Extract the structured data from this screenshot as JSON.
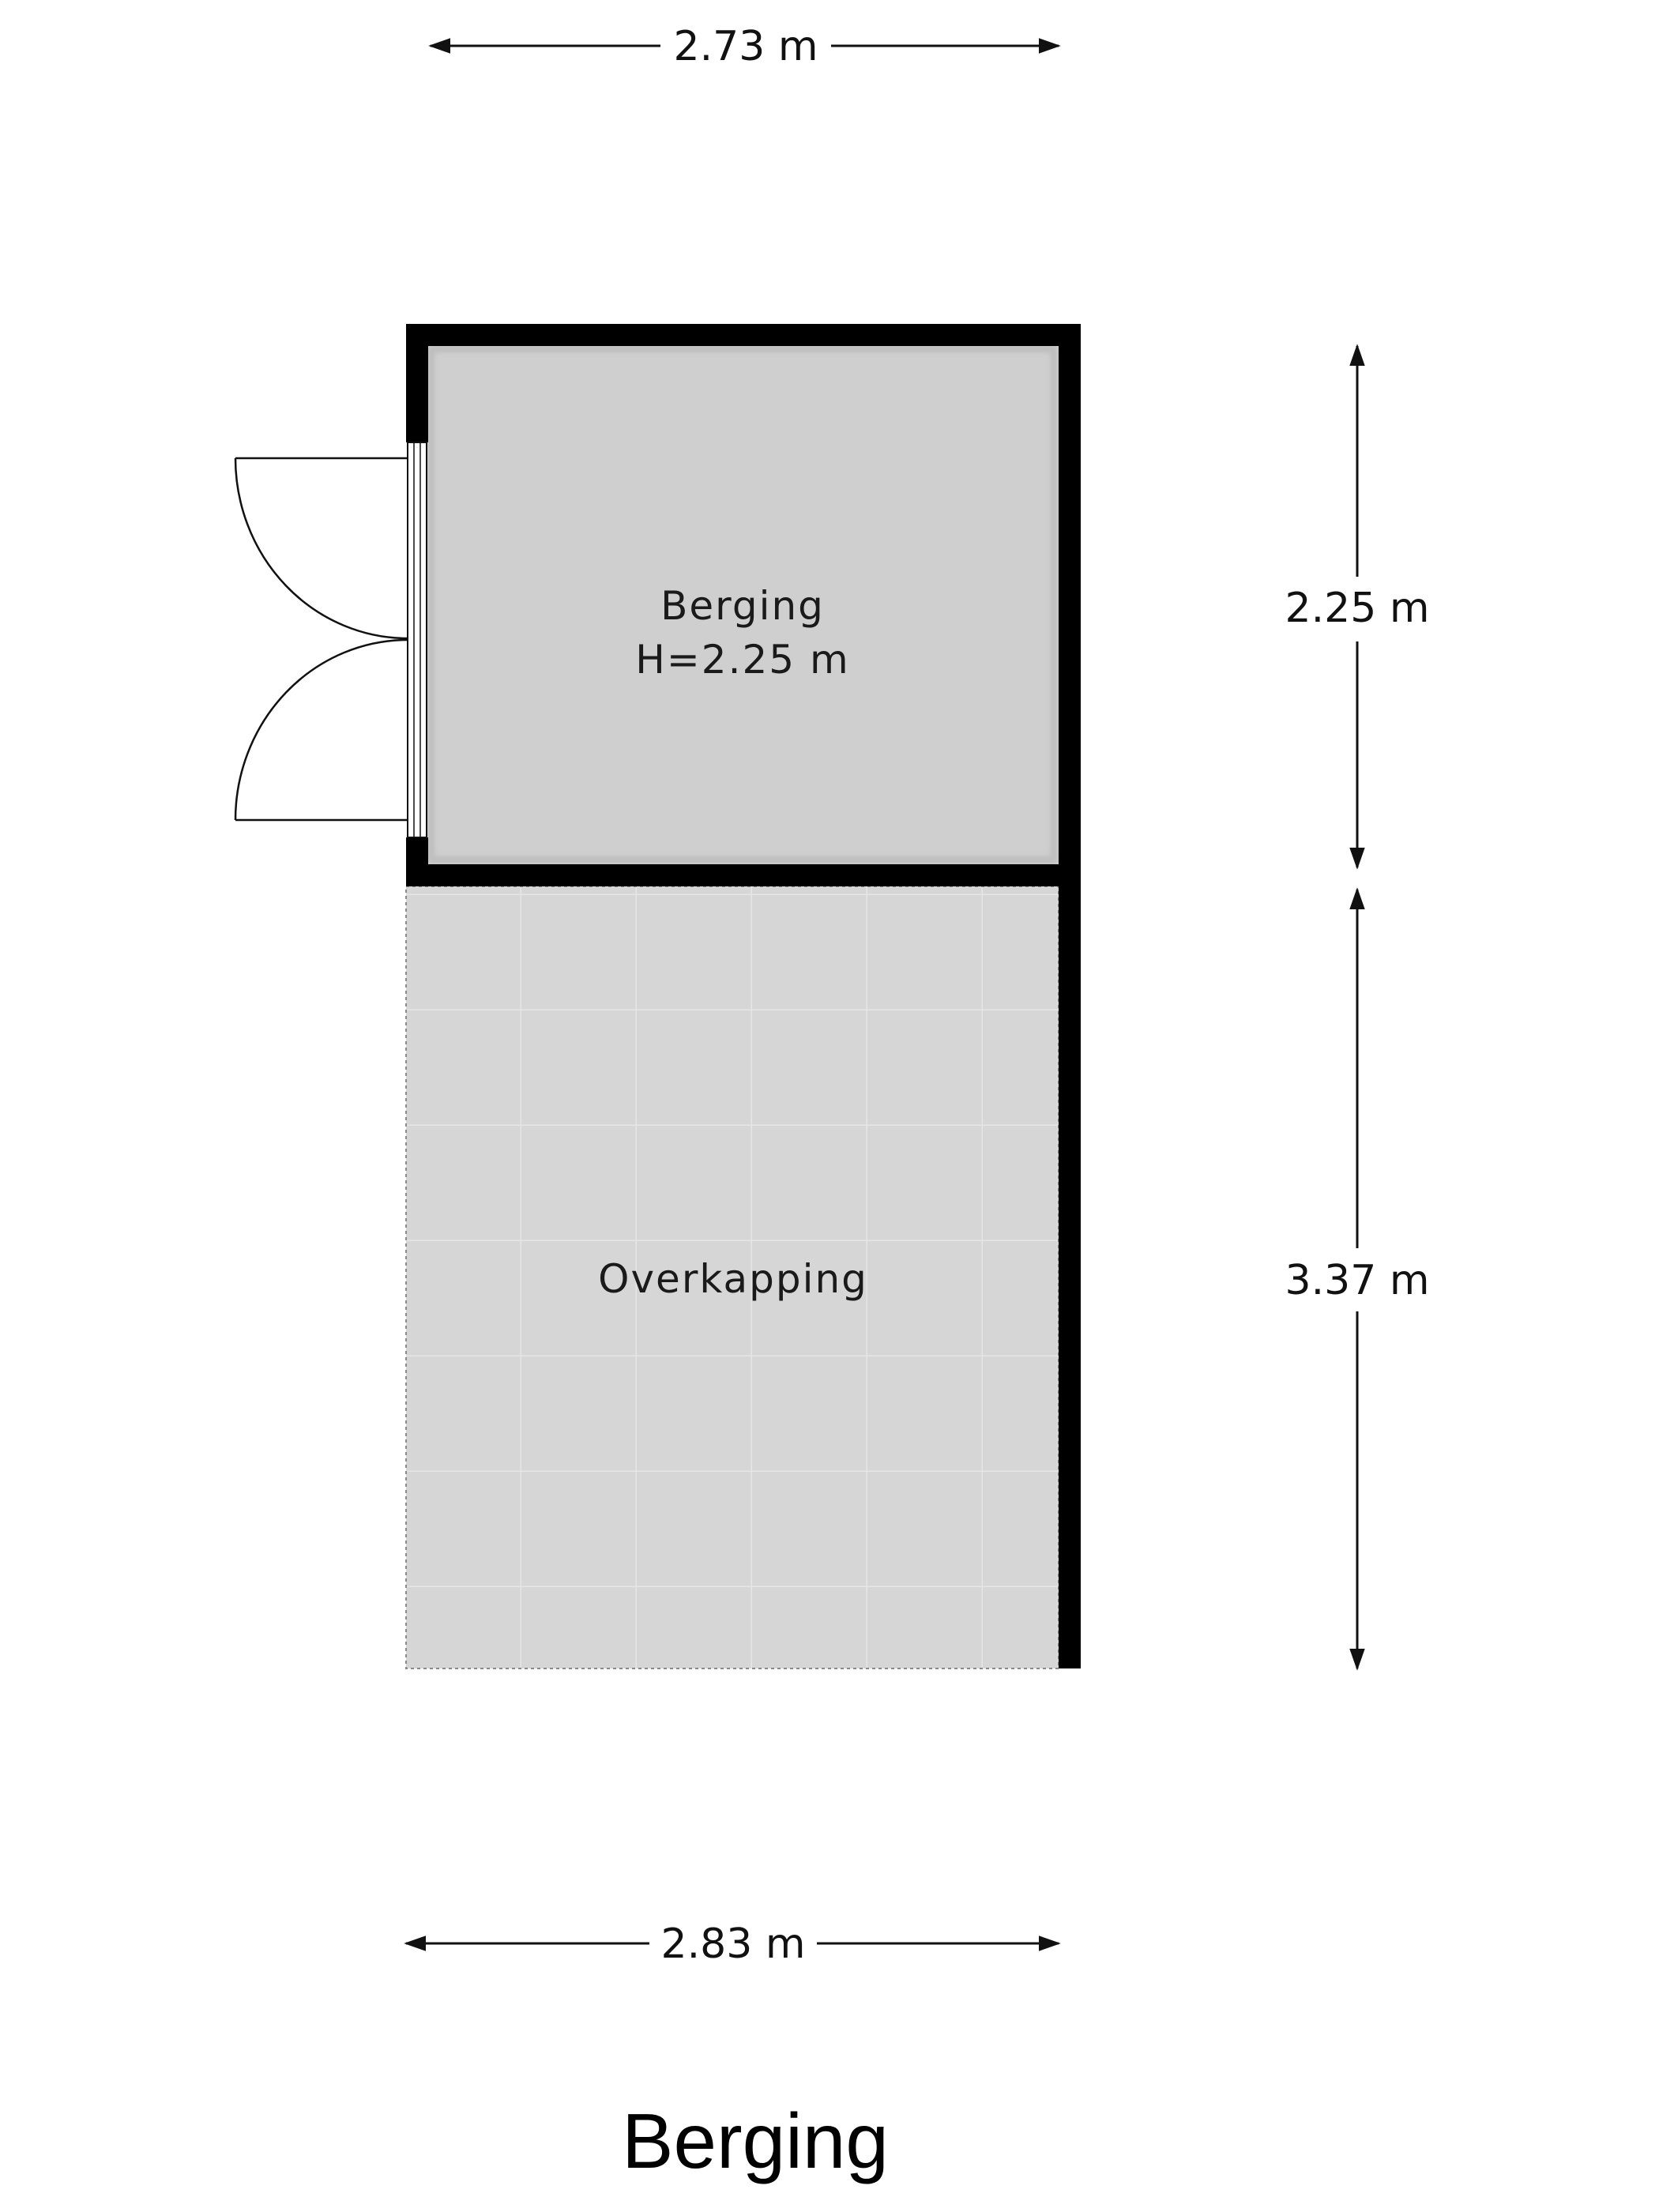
{
  "floorplan": {
    "title": "Berging",
    "rooms": [
      {
        "name": "Berging",
        "height_label": "H=2.25 m"
      },
      {
        "name": "Overkapping"
      }
    ],
    "dimensions": {
      "top": "2.73 m",
      "bottom": "2.83 m",
      "right_upper": "2.25 m",
      "right_lower": "3.37 m"
    },
    "colors": {
      "wall": "#000000",
      "room_fill": "#cfcfcf",
      "covered_area_fill": "#d6d6d6",
      "tile_line": "#e4e4e4",
      "dimension_line": "#111111"
    }
  }
}
